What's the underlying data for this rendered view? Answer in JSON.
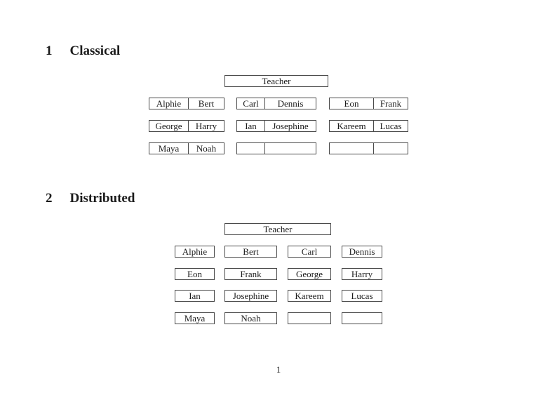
{
  "classical": {
    "number": "1",
    "title": "Classical",
    "teacher": "Teacher",
    "rows": [
      {
        "desks": [
          {
            "left": "Alphie",
            "right": "Bert"
          },
          {
            "left": "Carl",
            "right": "Dennis"
          },
          {
            "left": "Eon",
            "right": "Frank"
          }
        ]
      },
      {
        "desks": [
          {
            "left": "George",
            "right": "Harry"
          },
          {
            "left": "Ian",
            "right": "Josephine"
          },
          {
            "left": "Kareem",
            "right": "Lucas"
          }
        ]
      },
      {
        "desks": [
          {
            "left": "Maya",
            "right": "Noah"
          },
          {
            "left": "",
            "right": ""
          },
          {
            "left": "",
            "right": ""
          }
        ]
      }
    ]
  },
  "distributed": {
    "number": "2",
    "title": "Distributed",
    "teacher": "Teacher",
    "rows": [
      {
        "seats": [
          "Alphie",
          "Bert",
          "Carl",
          "Dennis"
        ]
      },
      {
        "seats": [
          "Eon",
          "Frank",
          "George",
          "Harry"
        ]
      },
      {
        "seats": [
          "Ian",
          "Josephine",
          "Kareem",
          "Lucas"
        ]
      },
      {
        "seats": [
          "Maya",
          "Noah",
          "",
          ""
        ]
      }
    ]
  },
  "footer": {
    "page_number": "1"
  },
  "colors": {
    "background": "#ffffff",
    "border": "#4a4a4a",
    "text": "#1b1b1b"
  }
}
